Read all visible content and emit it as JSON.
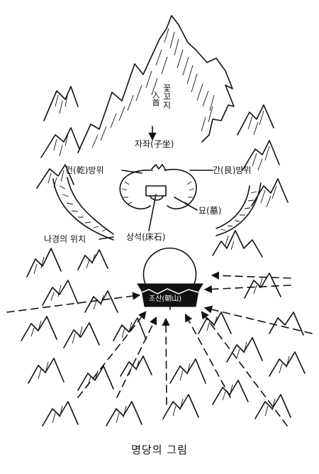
{
  "labels": {
    "kkotkkotji": "꽃꼬지",
    "injeol": "入首",
    "jajwa": "자좌(子坐)",
    "geon": "건(乾)방위",
    "gan": "간(艮)방위",
    "myo": "묘(墓)",
    "sangseok": "상석(床石)",
    "nagyeong": "나경의 위치",
    "josan": "조산(朝山)"
  },
  "caption": "명당의 그림"
}
